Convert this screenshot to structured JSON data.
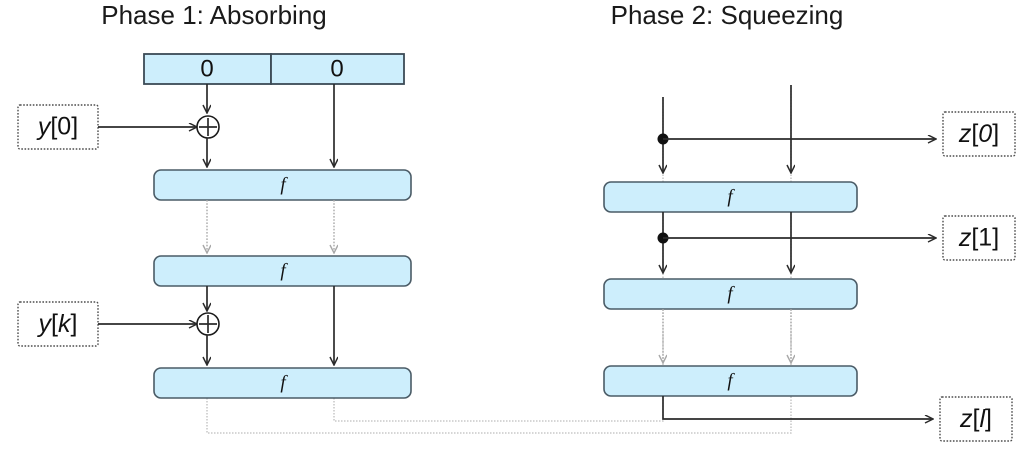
{
  "diagram": {
    "kind": "sponge-construction",
    "colors": {
      "block_fill": "#cdeefc",
      "block_stroke": "#4a5b66",
      "line": "#2b2b2b",
      "gray_line": "#bdbdbd",
      "background": "#ffffff",
      "text": "#111111"
    },
    "phases": [
      {
        "id": "phase1",
        "title": "Phase 1: Absorbing",
        "state_cells": [
          {
            "label": "0",
            "name": "rate-cell"
          },
          {
            "label": "0",
            "name": "capacity-cell"
          }
        ],
        "inputs": [
          {
            "label": "y[0]",
            "italic_part": "y",
            "bracket_part": "[0]"
          },
          {
            "label": "y[k]",
            "italic_part": "y",
            "bracket_part": "[k]"
          }
        ],
        "permutations": [
          {
            "label": "f"
          },
          {
            "label": "f"
          },
          {
            "label": "f"
          }
        ],
        "xor_symbol": "+"
      },
      {
        "id": "phase2",
        "title": "Phase 2: Squeezing",
        "outputs": [
          {
            "label": "z[0]",
            "italic_part": "z",
            "bracket_part": "[0]"
          },
          {
            "label": "z[1]",
            "italic_part": "z",
            "bracket_part": "[1]"
          },
          {
            "label": "z[l]",
            "italic_part": "z",
            "bracket_part": "[l]"
          }
        ],
        "permutations": [
          {
            "label": "f"
          },
          {
            "label": "f"
          },
          {
            "label": "f"
          }
        ]
      }
    ]
  }
}
